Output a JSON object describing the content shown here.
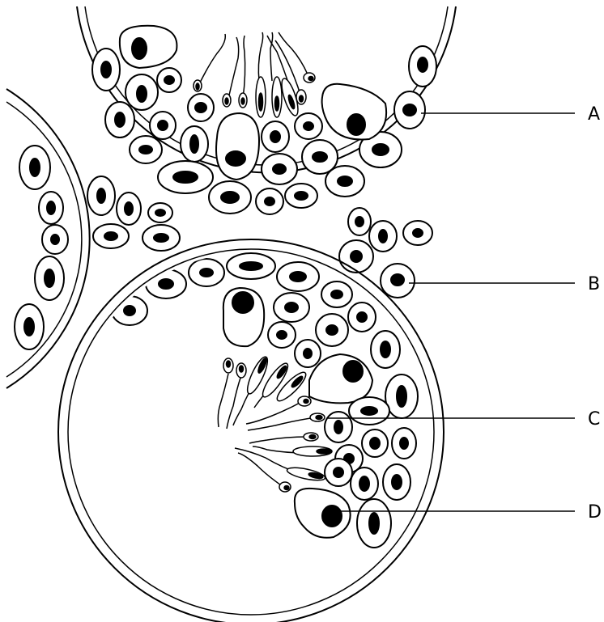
{
  "labels": [
    {
      "id": "A",
      "text": "A"
    },
    {
      "id": "B",
      "text": "B"
    },
    {
      "id": "C",
      "text": "C"
    },
    {
      "id": "D",
      "text": "D"
    }
  ],
  "colors": {
    "stroke": "#000000",
    "fill": "#ffffff",
    "nucleus": "#000000"
  }
}
